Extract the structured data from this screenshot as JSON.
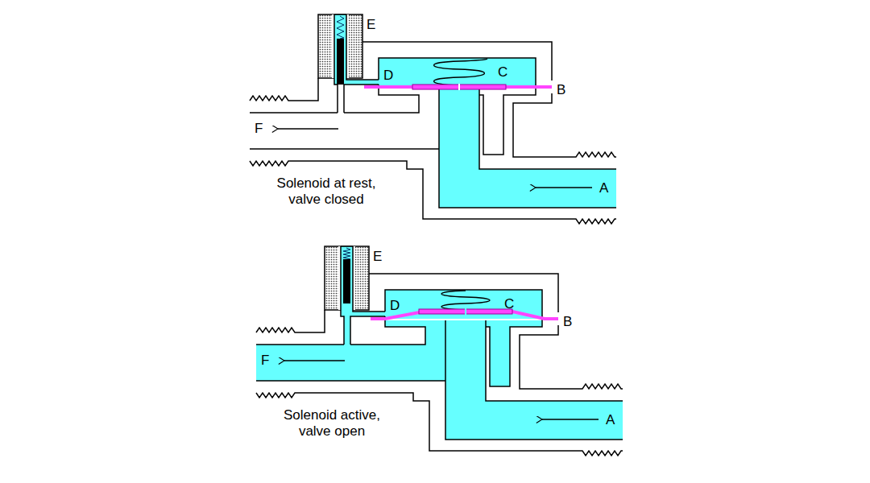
{
  "diagram": {
    "labels": [
      "E",
      "D",
      "C",
      "B",
      "F",
      "A",
      "Solenoid at rest, valve closed",
      "E",
      "D",
      "C",
      "B",
      "F",
      "A",
      "Solenoid active, valve open"
    ]
  }
}
